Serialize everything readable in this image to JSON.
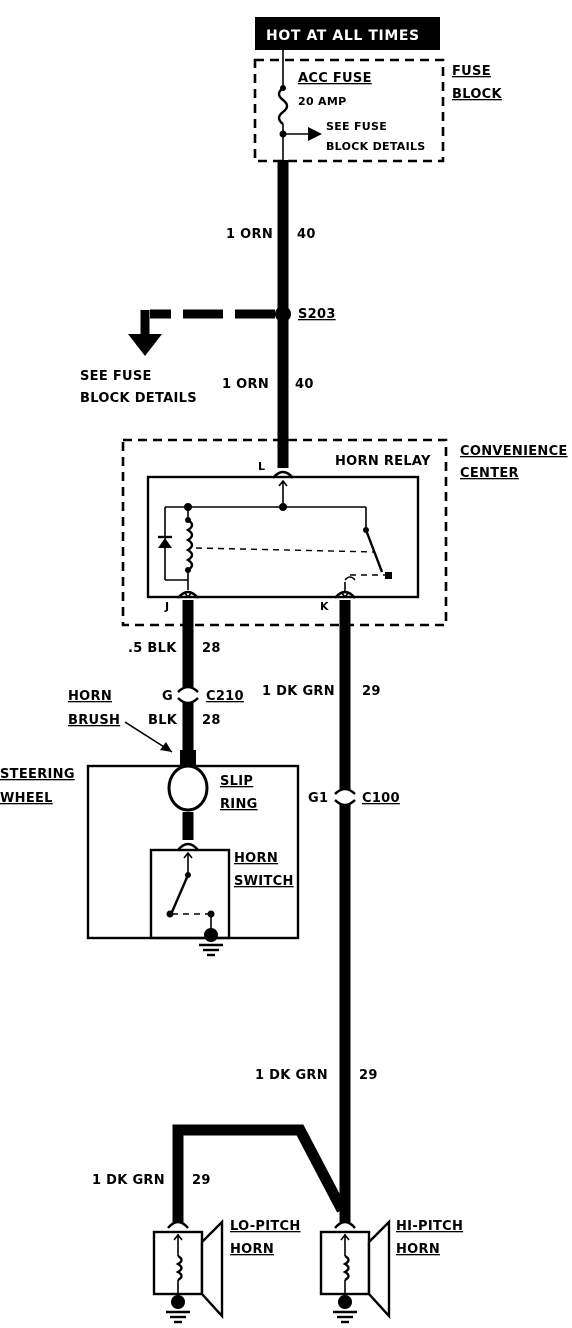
{
  "labels": {
    "hot_at_all_times": "HOT AT ALL TIMES",
    "acc_fuse": "ACC FUSE",
    "amp": "20 AMP",
    "see_fuse_1": "SEE FUSE",
    "block_details_1": "BLOCK DETAILS",
    "fuse": "FUSE",
    "block": "BLOCK",
    "wire_orn_top": "1 ORN",
    "circuit_40_top": "40",
    "splice": "S203",
    "see_fuse_2": "SEE FUSE",
    "block_details_2": "BLOCK DETAILS",
    "wire_orn_mid": "1 ORN",
    "circuit_40_mid": "40",
    "convenience": "CONVENIENCE",
    "center": "CENTER",
    "horn_relay": "HORN RELAY",
    "term_l": "L",
    "term_j": "J",
    "term_k": "K",
    "wire_blk_05": ".5 BLK",
    "circuit_28_a": "28",
    "conn_g": "G",
    "conn_c210": "C210",
    "horn": "HORN",
    "brush": "BRUSH",
    "wire_blk": "BLK",
    "circuit_28_b": "28",
    "wire_dkgrn_a": "1 DK GRN",
    "circuit_29_a": "29",
    "steering": "STEERING",
    "wheel": "WHEEL",
    "slip": "SLIP",
    "ring": "RING",
    "conn_g1": "G1",
    "conn_c100": "C100",
    "horn_sw_1": "HORN",
    "horn_sw_2": "SWITCH",
    "wire_dkgrn_b": "1 DK GRN",
    "circuit_29_b": "29",
    "wire_dkgrn_c": "1 DK GRN",
    "circuit_29_c": "29",
    "lo_pitch": "LO-PITCH",
    "lo_horn": "HORN",
    "hi_pitch": "HI-PITCH",
    "hi_horn": "HORN"
  }
}
